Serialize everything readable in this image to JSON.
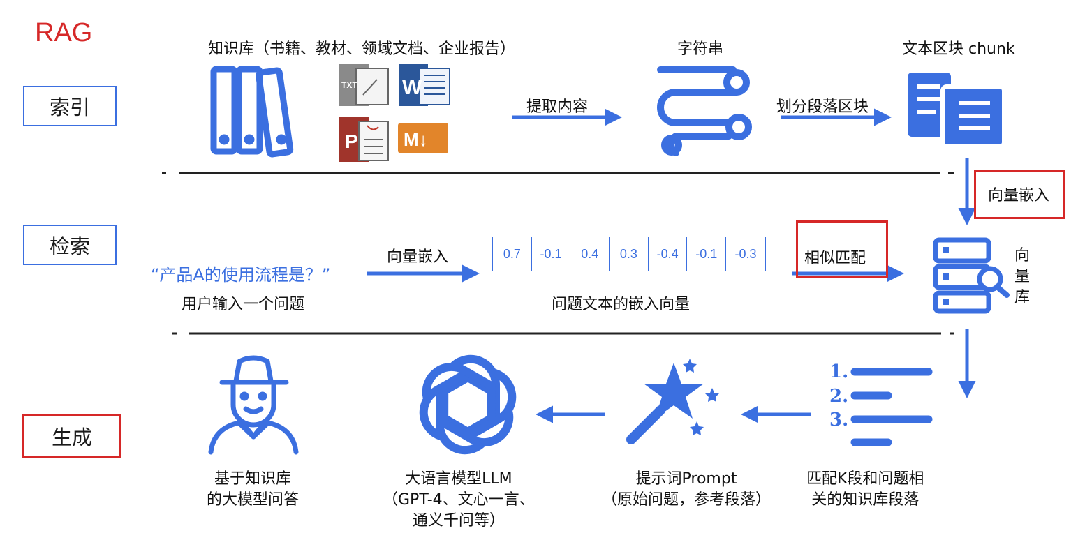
{
  "title": "RAG",
  "stages": {
    "index": "索引",
    "retrieve": "检索",
    "generate": "生成"
  },
  "index_row": {
    "knowledge_base": "知识库（书籍、教材、领域文档、企业报告）",
    "file_icons": [
      "TXT",
      "W",
      "P",
      "M↓"
    ],
    "extract": "提取内容",
    "string": "字符串",
    "split": "划分段落区块",
    "chunk": "文本区块 chunk",
    "embed": "向量嵌入"
  },
  "retrieve_row": {
    "query": "“产品A的使用流程是？”",
    "user_input": "用户输入一个问题",
    "embed": "向量嵌入",
    "vector": [
      "0.7",
      "-0.1",
      "0.4",
      "0.3",
      "-0.4",
      "-0.1",
      "-0.3"
    ],
    "vector_label": "问题文本的嵌入向量",
    "match": "相似匹配",
    "vector_db": "向量库"
  },
  "generate_row": {
    "answer": "基于知识库\n的大模型问答",
    "llm": "大语言模型LLM\n（GPT-4、文心一言、\n通义千问等）",
    "prompt": "提示词Prompt\n（原始问题，参考段落）",
    "matched": "匹配K段和问题相\n关的知识库段落",
    "list_numbers": [
      "1.",
      "2.",
      "3."
    ]
  },
  "colors": {
    "blue": "#3b6fe0",
    "red": "#d62828"
  }
}
